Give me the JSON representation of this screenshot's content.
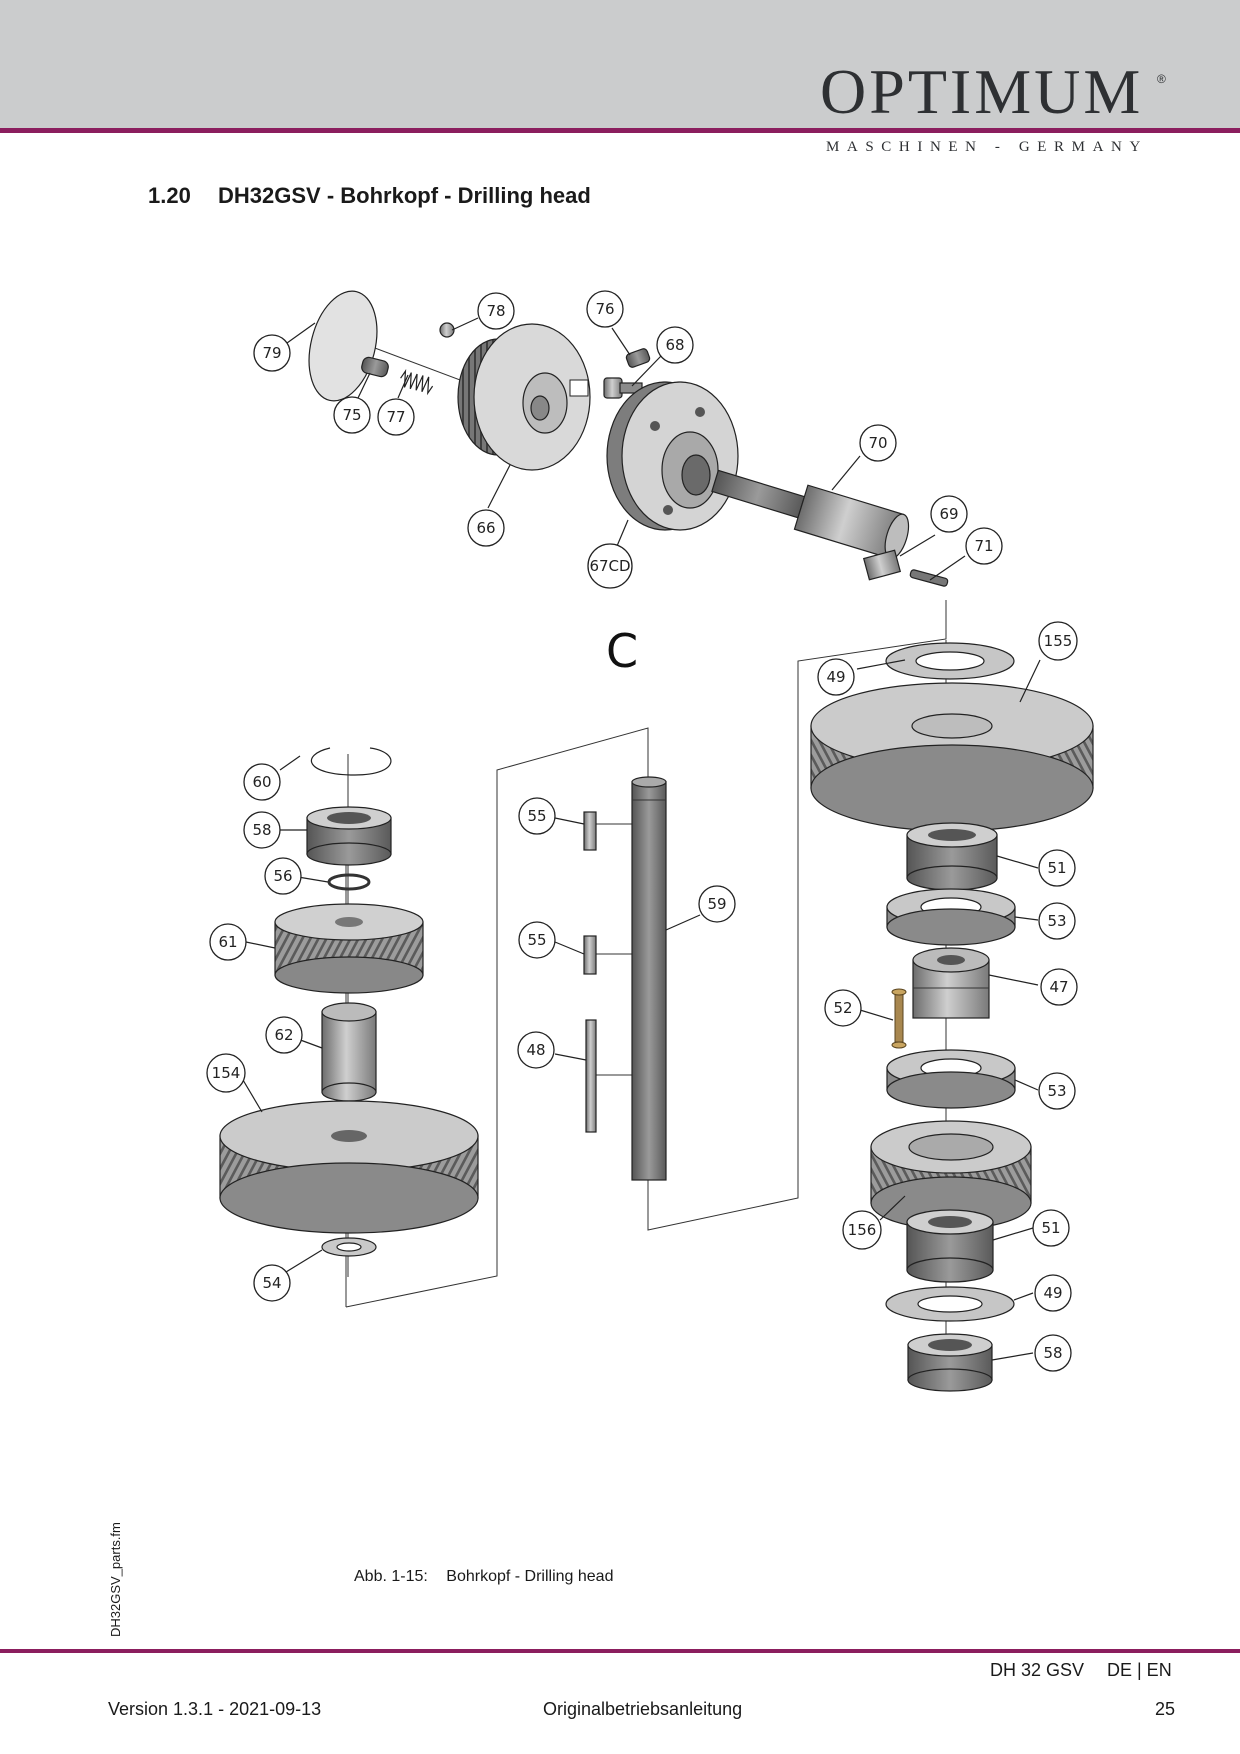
{
  "brand": {
    "logo_text": "OPTIMUM",
    "registered_mark": "®",
    "tagline": "MASCHINEN - GERMANY",
    "accent_color": "#8b1e5e",
    "header_color": "#cbcccd"
  },
  "section": {
    "number": "1.20",
    "title": "DH32GSV - Bohrkopf - Drilling head"
  },
  "diagram": {
    "section_marker": "C",
    "callouts": [
      "78",
      "76",
      "68",
      "79",
      "75",
      "77",
      "70",
      "66",
      "67CD",
      "69",
      "71",
      "155",
      "49",
      "60",
      "58",
      "56",
      "61",
      "62",
      "154",
      "54",
      "55",
      "55",
      "48",
      "59",
      "51",
      "53",
      "47",
      "52",
      "53",
      "156",
      "51",
      "49",
      "58"
    ]
  },
  "caption": {
    "label": "Abb. 1-15:",
    "text": "Bohrkopf - Drilling head"
  },
  "footer": {
    "side_filename": "DH32GSV_parts.fm",
    "model": "DH 32 GSV",
    "languages": "DE | EN",
    "version": "Version 1.3.1 - 2021-09-13",
    "doc_type": "Originalbetriebsanleitung",
    "page": "25"
  }
}
